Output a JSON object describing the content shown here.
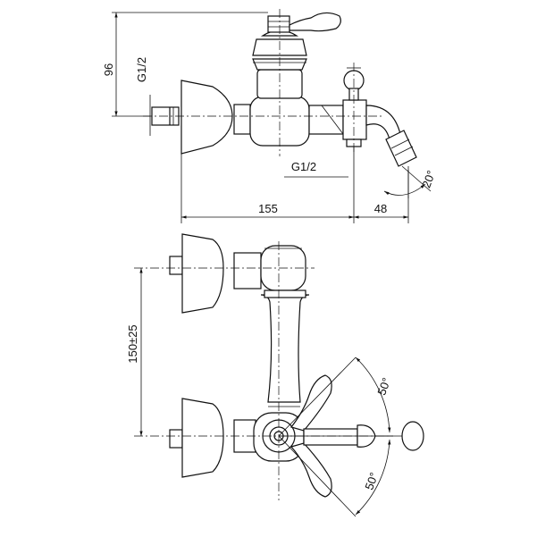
{
  "dimensions": {
    "height_96": "96",
    "thread_inlet": "G1/2",
    "thread_outlet": "G1/2",
    "width_155": "155",
    "offset_48": "48",
    "angle_20": "20°",
    "spacing_150": "150±25",
    "angle_50_top": "50°",
    "angle_50_bottom": "50°"
  }
}
